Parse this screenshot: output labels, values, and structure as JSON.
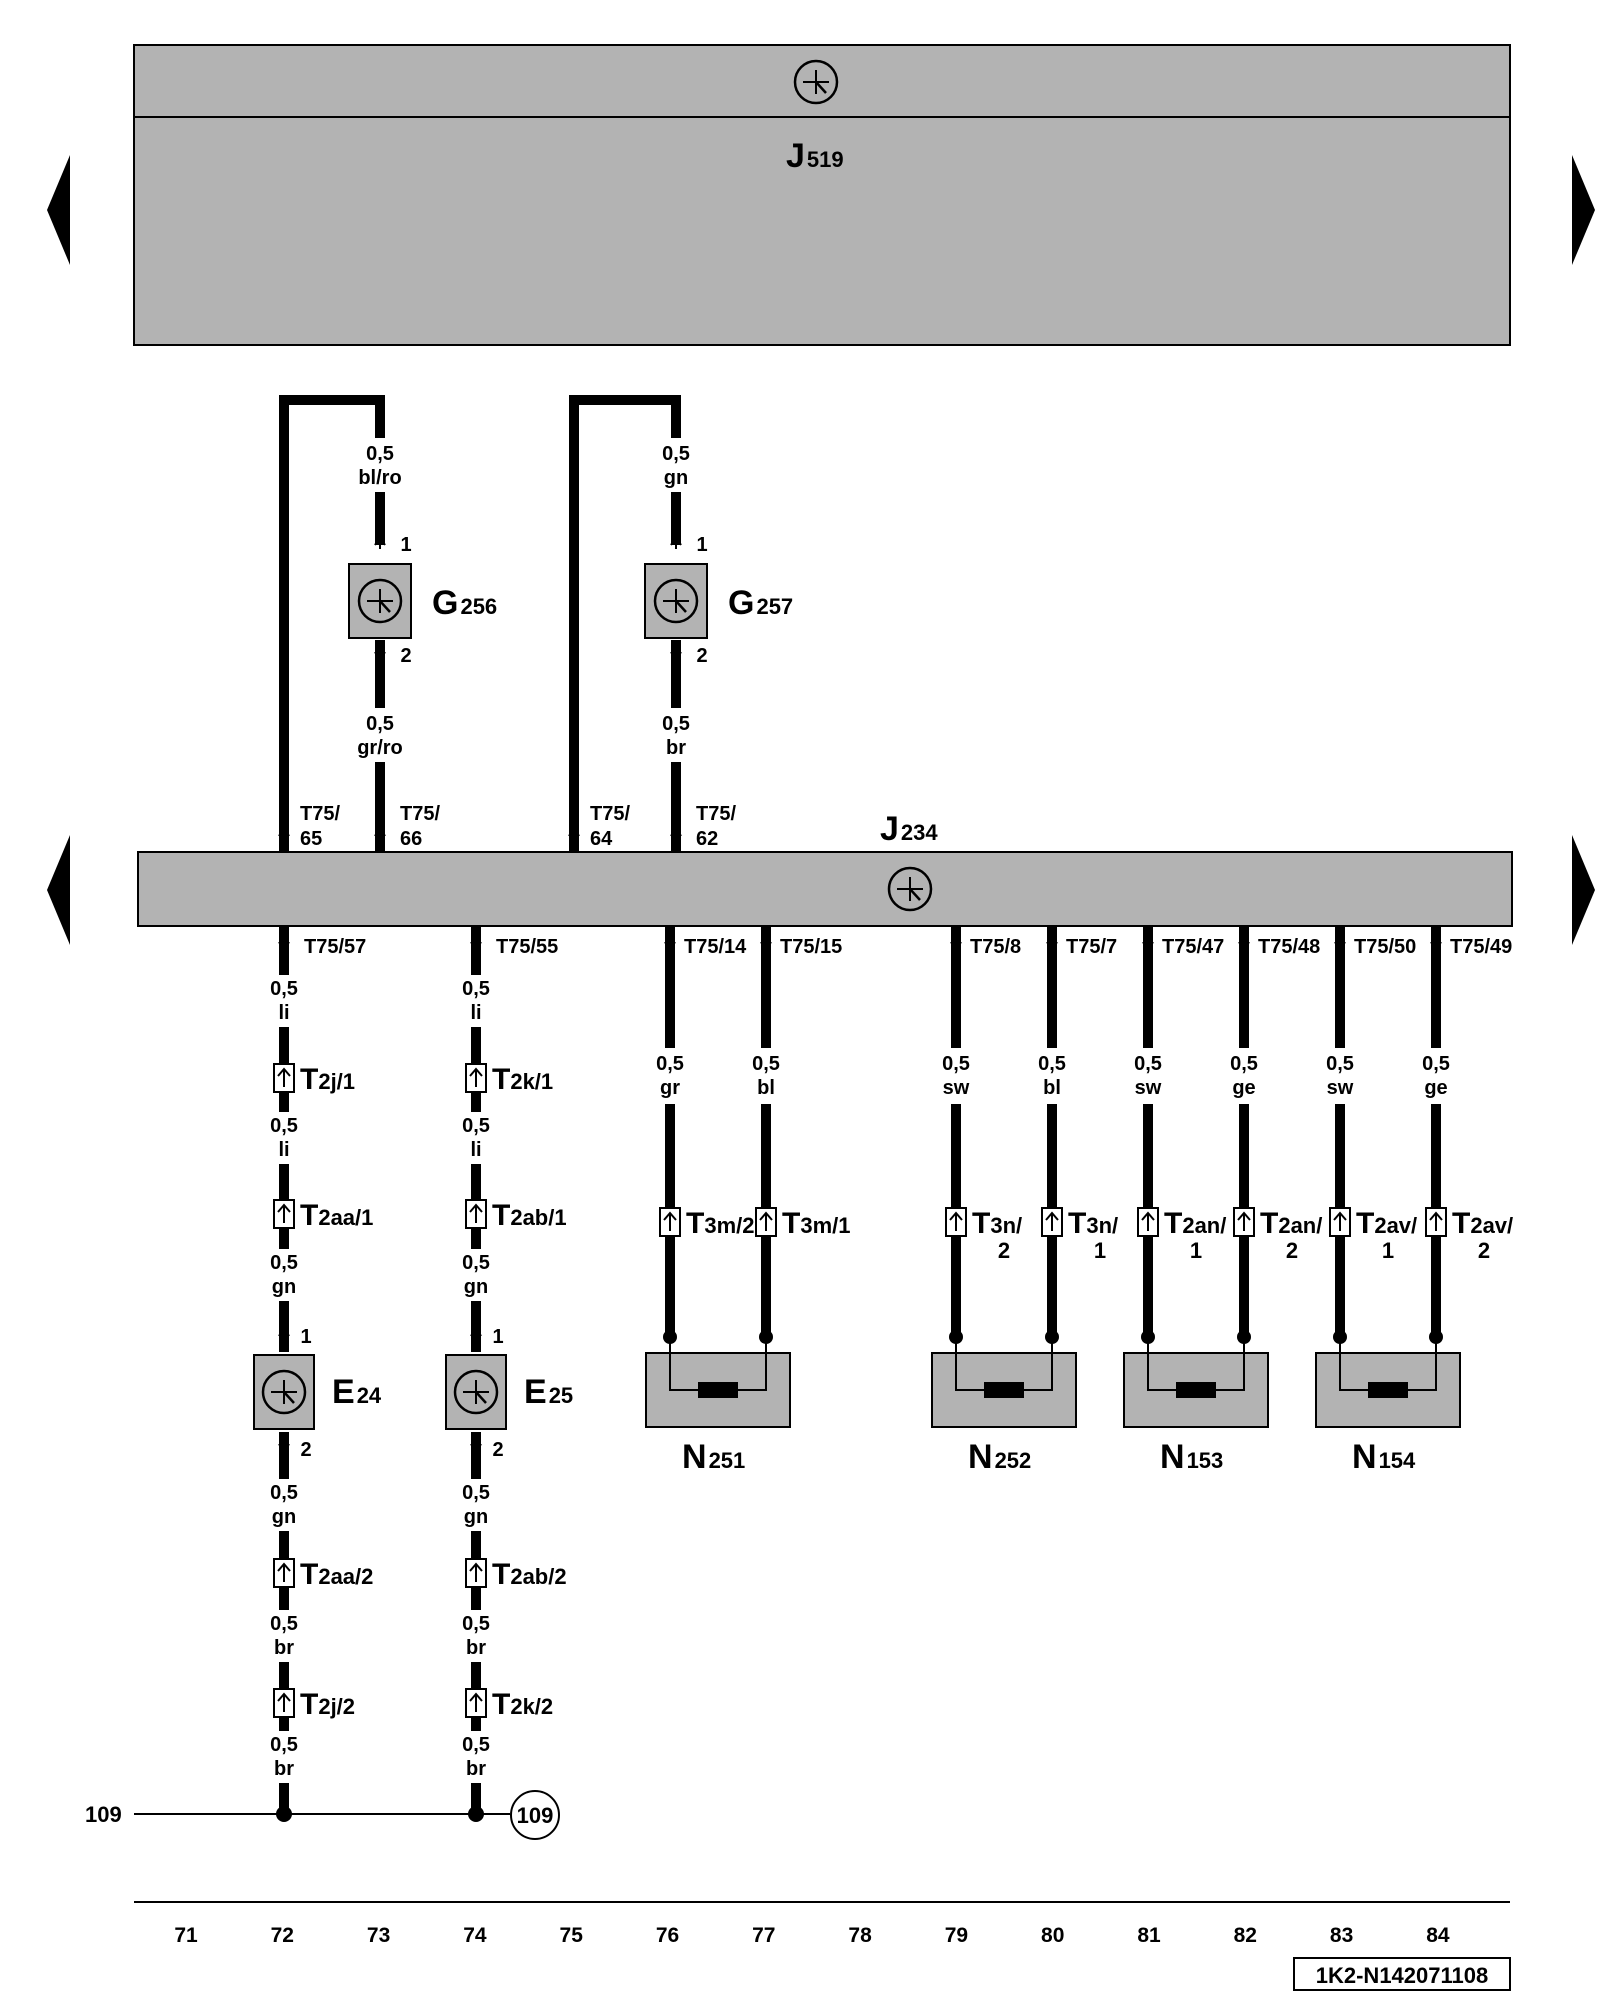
{
  "modules": [
    {
      "id": "J519",
      "main": "J",
      "sub": "519"
    },
    {
      "id": "J234",
      "main": "J",
      "sub": "234"
    }
  ],
  "sensors_top": [
    {
      "main": "G",
      "sub": "256",
      "pin_top": "1",
      "pin_bottom": "2",
      "wire_top": [
        "0,5",
        "bl/ro"
      ],
      "wire_bottom": [
        "0,5",
        "gr/ro"
      ],
      "t_ret": [
        "T75/",
        "65"
      ],
      "t_sig": [
        "T75/",
        "66"
      ]
    },
    {
      "main": "G",
      "sub": "257",
      "pin_top": "1",
      "pin_bottom": "2",
      "wire_top": [
        "0,5",
        "gn"
      ],
      "wire_bottom": [
        "0,5",
        "br"
      ],
      "t_ret": [
        "T75/",
        "64"
      ],
      "t_sig": [
        "T75/",
        "62"
      ]
    }
  ],
  "sensors_bottom": [
    {
      "main": "E",
      "sub": "24",
      "terminal": "T75/57",
      "wires": [
        [
          "0,5",
          "li"
        ],
        [
          "0,5",
          "li"
        ],
        [
          "0,5",
          "gn"
        ],
        [
          "0,5",
          "gn"
        ],
        [
          "0,5",
          "br"
        ],
        [
          "0,5",
          "br"
        ]
      ],
      "connectors": [
        [
          "T",
          "2j/1"
        ],
        [
          "T",
          "2aa/1"
        ],
        [
          "T",
          "2aa/2"
        ],
        [
          "T",
          "2j/2"
        ]
      ],
      "pin_top": "1",
      "pin_bottom": "2"
    },
    {
      "main": "E",
      "sub": "25",
      "terminal": "T75/55",
      "wires": [
        [
          "0,5",
          "li"
        ],
        [
          "0,5",
          "li"
        ],
        [
          "0,5",
          "gn"
        ],
        [
          "0,5",
          "gn"
        ],
        [
          "0,5",
          "br"
        ],
        [
          "0,5",
          "br"
        ]
      ],
      "connectors": [
        [
          "T",
          "2k/1"
        ],
        [
          "T",
          "2ab/1"
        ],
        [
          "T",
          "2ab/2"
        ],
        [
          "T",
          "2k/2"
        ]
      ],
      "pin_top": "1",
      "pin_bottom": "2"
    }
  ],
  "valves": [
    {
      "main": "N",
      "sub": "251",
      "wires": [
        {
          "term": "T75/14",
          "size": "0,5",
          "color": "gr",
          "conn": [
            "T",
            "3m/2"
          ]
        },
        {
          "term": "T75/15",
          "size": "0,5",
          "color": "bl",
          "conn": [
            "T",
            "3m/1"
          ]
        }
      ]
    },
    {
      "main": "N",
      "sub": "252",
      "wires": [
        {
          "term": "T75/8",
          "size": "0,5",
          "color": "sw",
          "conn": [
            "T",
            "3n/",
            "2"
          ]
        },
        {
          "term": "T75/7",
          "size": "0,5",
          "color": "bl",
          "conn": [
            "T",
            "3n/",
            "1"
          ]
        }
      ]
    },
    {
      "main": "N",
      "sub": "153",
      "wires": [
        {
          "term": "T75/47",
          "size": "0,5",
          "color": "sw",
          "conn": [
            "T",
            "2an/",
            "1"
          ]
        },
        {
          "term": "T75/48",
          "size": "0,5",
          "color": "ge",
          "conn": [
            "T",
            "2an/",
            "2"
          ]
        }
      ]
    },
    {
      "main": "N",
      "sub": "154",
      "wires": [
        {
          "term": "T75/50",
          "size": "0,5",
          "color": "sw",
          "conn": [
            "T",
            "2av/",
            "1"
          ]
        },
        {
          "term": "T75/49",
          "size": "0,5",
          "color": "ge",
          "conn": [
            "T",
            "2av/",
            "2"
          ]
        }
      ]
    }
  ],
  "ground": {
    "left_label": "109",
    "right_label": "109"
  },
  "ruler": [
    "71",
    "72",
    "73",
    "74",
    "75",
    "76",
    "77",
    "78",
    "79",
    "80",
    "81",
    "82",
    "83",
    "84"
  ],
  "doc_id": "1K2-N142071108",
  "colors": {
    "module_fill": "#b3b3b3",
    "line": "#000000",
    "background": "#ffffff"
  }
}
